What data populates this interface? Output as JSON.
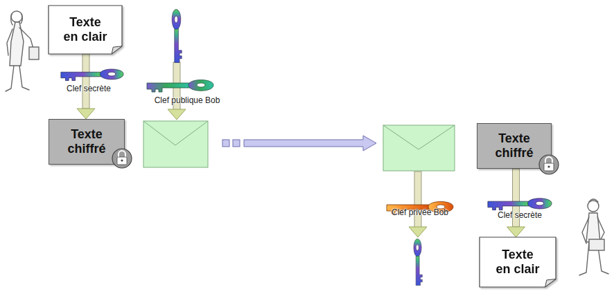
{
  "diagram": {
    "nodes": [
      {
        "text": [
          "Texte en clair"
        ]
      },
      {
        "text": [
          "Texte chiffré"
        ]
      },
      {
        "text": [
          "Texte chiffré"
        ]
      },
      {
        "text": [
          "Texte en clair"
        ]
      }
    ],
    "edges": [
      {
        "from": 0,
        "to": 1,
        "arrow": "to"
      },
      {
        "from": 2,
        "to": 3,
        "arrow": "to"
      }
    ],
    "labels": [
      "Clef secrète",
      "Clef publique Bob",
      "Clef privée Bob",
      "Clef secrète"
    ]
  }
}
